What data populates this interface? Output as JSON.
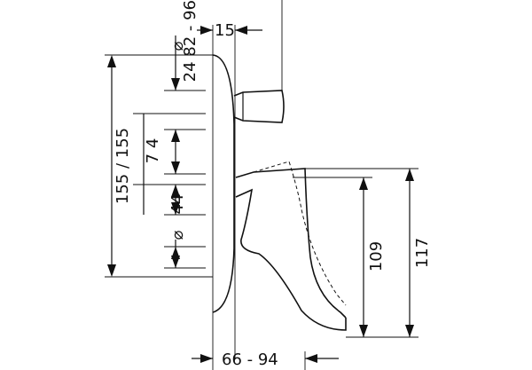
{
  "drawing": {
    "dimensions": {
      "top_partial": "24  82 - 96",
      "diameter_symbol": "⌀",
      "width_15": "15",
      "height_155": "155 / 155",
      "spacing_74": "7 4",
      "spacing_44": "44",
      "height_109": "109",
      "height_117": "117",
      "depth_range": "66  -  94"
    }
  }
}
